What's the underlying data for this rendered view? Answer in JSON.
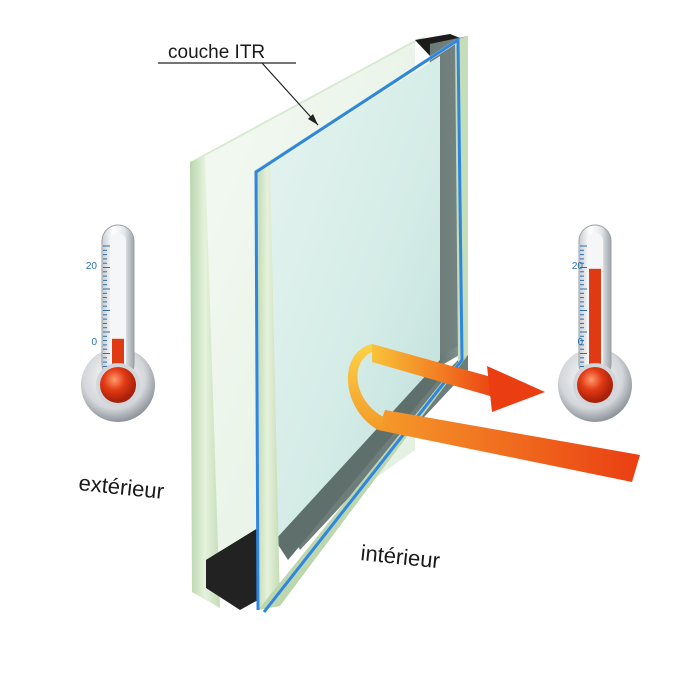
{
  "labels": {
    "coating": "couche ITR",
    "outside": "extérieur",
    "inside": "intérieur"
  },
  "thermometers": {
    "outside": {
      "tick_top": "20",
      "tick_bottom": "0",
      "fill_level": 0.28
    },
    "inside": {
      "tick_top": "20",
      "tick_bottom": "0",
      "fill_level": 0.78
    }
  },
  "icons": [
    "thermometer-outside-icon",
    "thermometer-inside-icon",
    "heat-reflection-arrow-icon"
  ],
  "colors": {
    "glass_edge": "#cfe4c4",
    "glass_face": "#dff0ec",
    "glass_tint": "#c8e6e1",
    "coating_line": "#2f86e0",
    "spacer": "#222222",
    "mercury": "#e03a14",
    "heat_arrow_start": "#f7b42c",
    "heat_arrow_end": "#ee4a14"
  }
}
